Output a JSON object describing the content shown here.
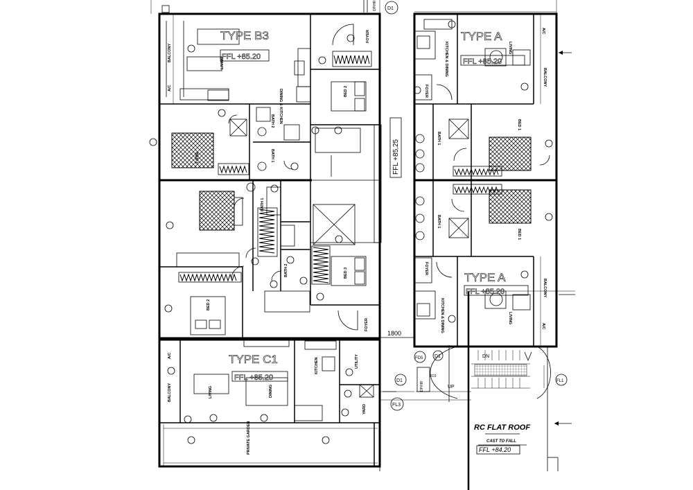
{
  "units": {
    "type_b3": {
      "name": "TYPE B3",
      "level": "FFL +85.20"
    },
    "type_a_top": {
      "name": "TYPE A",
      "level": "FFL +85.20"
    },
    "type_a_bottom": {
      "name": "TYPE A",
      "level": "FFL +85.20"
    },
    "type_c1": {
      "name": "TYPE C1",
      "level": "FFL +85.20"
    }
  },
  "corridor": {
    "level": "FFL +85.25",
    "dimension": "1800"
  },
  "roof": {
    "title": "RC FLAT ROOF",
    "note": "CAST TO FALL",
    "level": "FFL +84.20"
  },
  "rooms": {
    "balcony": "BALCONY",
    "ac": "A/C",
    "living": "LIVING",
    "dining_kitchen": "DINING & KITCHEN",
    "kitchen_dining": "KITCHEN & DINING",
    "bed1": "BED 1",
    "bed2": "BED 2",
    "bed3": "BED 3",
    "bath1": "BATH 1",
    "bath2": "BATH 2",
    "foyer": "FOYER",
    "kitchen": "KITCHEN",
    "dining": "DINING",
    "utility": "UTILITY",
    "yard": "YARD",
    "private_garden": "PRIVATE GARDEN"
  },
  "tags": {
    "d1": "D1",
    "fd5": "FD5",
    "fd3": "FD3",
    "fl1": "FL1",
    "fl3": "FL3",
    "dp_hr": "DP/HR",
    "up": "UP",
    "dn": "DN"
  }
}
